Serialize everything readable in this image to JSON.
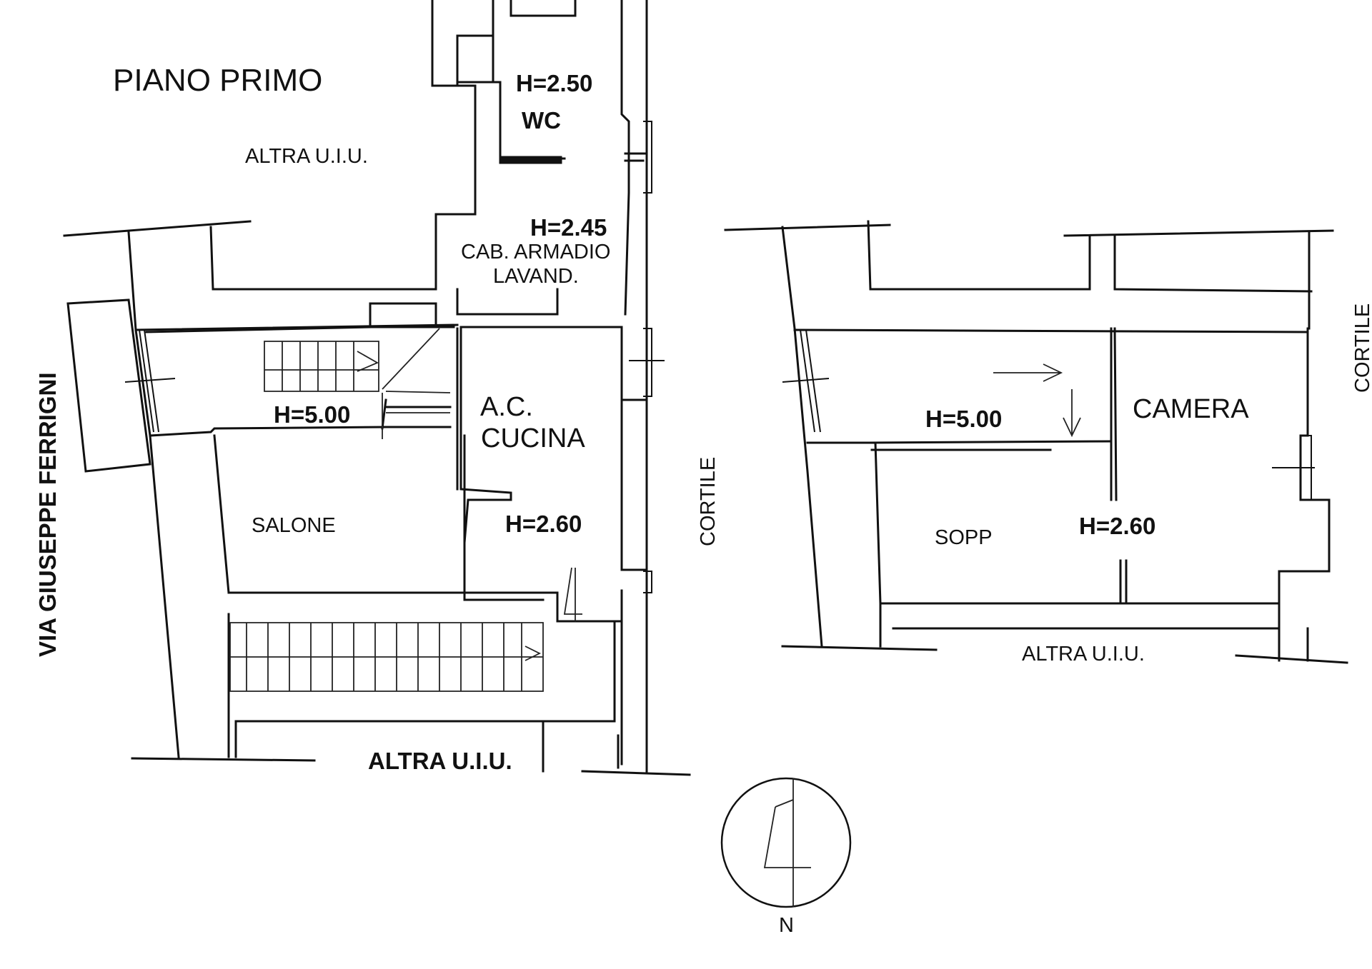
{
  "title": "PIANO PRIMO",
  "labels": {
    "altra_top": "ALTRA U.I.U.",
    "altra_bottom_left": "ALTRA U.I.U.",
    "altra_bottom_right": "ALTRA U.I.U.",
    "street": "VIA GIUSEPPE FERRIGNI",
    "cortile_center": "CORTILE",
    "cortile_right": "CORTILE",
    "north": "N"
  },
  "rooms": {
    "wc": {
      "name": "WC",
      "height": "H=2.50"
    },
    "cabina": {
      "height": "H=2.45",
      "line1": "CAB. ARMADIO",
      "line2": "LAVAND."
    },
    "stair_hall_left": {
      "height": "H=5.00"
    },
    "cucina": {
      "line1": "A.C.",
      "line2": "CUCINA",
      "height": "H=2.60"
    },
    "salone": {
      "name": "SALONE"
    },
    "void_right": {
      "height": "H=5.00"
    },
    "camera": {
      "name": "CAMERA"
    },
    "sopp": {
      "name": "SOPP",
      "height": "H=2.60"
    }
  }
}
